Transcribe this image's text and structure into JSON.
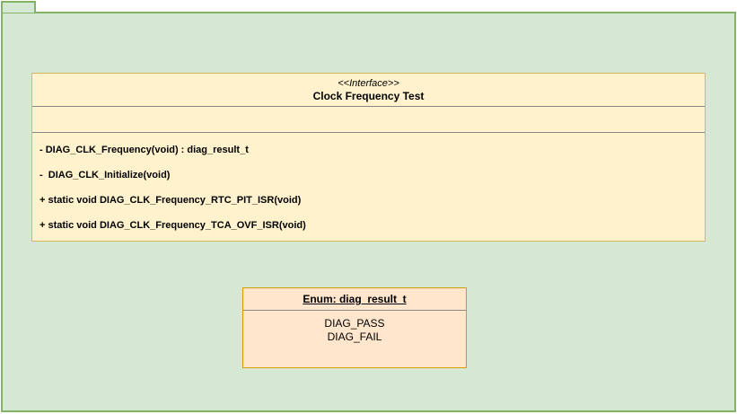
{
  "package": {
    "fill_color": "#d5e8d4",
    "border_color": "#82b366"
  },
  "interface_box": {
    "fill_color": "#fff2cc",
    "border_color": "#d6b656",
    "divider_color": "#888888",
    "stereotype": "<<Interface>>",
    "title": "Clock Frequency Test",
    "attributes_section": "",
    "methods": [
      "- DIAG_CLK_Frequency(void) : diag_result_t",
      "-  DIAG_CLK_Initialize(void)",
      "+ static void DIAG_CLK_Frequency_RTC_PIT_ISR(void)",
      "+ static void DIAG_CLK_Frequency_TCA_OVF_ISR(void)"
    ]
  },
  "enum_box": {
    "fill_color": "#ffe6cc",
    "border_color": "#d79b00",
    "divider_color": "#888888",
    "title": "Enum: diag_result_t",
    "values": [
      "DIAG_PASS",
      "DIAG_FAIL"
    ]
  }
}
